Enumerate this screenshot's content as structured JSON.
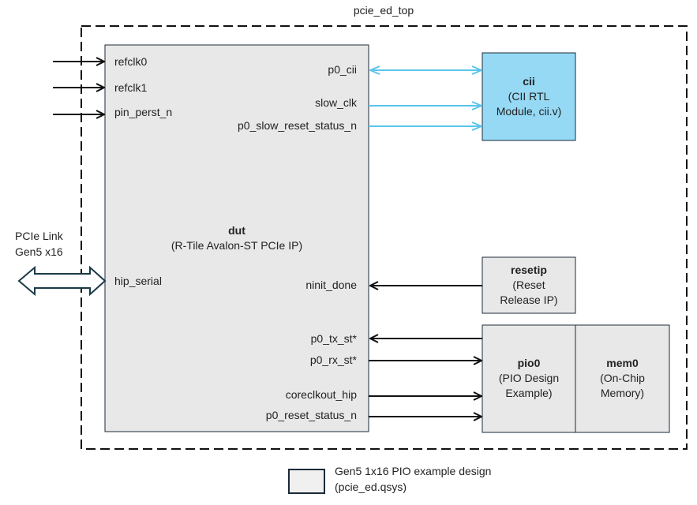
{
  "container": {
    "title": "pcie_ed_top"
  },
  "external": {
    "pcie_link_line1": "PCIe Link",
    "pcie_link_line2": "Gen5 x16"
  },
  "dut": {
    "name": "dut",
    "subtitle": "(R-Tile Avalon-ST PCIe IP)",
    "left_ports": [
      "refclk0",
      "refclk1",
      "pin_perst_n",
      "hip_serial"
    ],
    "right_ports": [
      "p0_cii",
      "slow_clk",
      "p0_slow_reset_status_n",
      "ninit_done",
      "p0_tx_st*",
      "p0_rx_st*",
      "coreclkout_hip",
      "p0_reset_status_n"
    ]
  },
  "cii": {
    "name": "cii",
    "line1": "(CII RTL",
    "line2": "Module, cii.v)"
  },
  "resetip": {
    "name": "resetip",
    "line1": "(Reset",
    "line2": "Release IP)"
  },
  "pio0": {
    "name": "pio0",
    "line1": "(PIO Design",
    "line2": "Example)"
  },
  "mem0": {
    "name": "mem0",
    "line1": "(On-Chip",
    "line2": "Memory)"
  },
  "legend": {
    "line1": "Gen5 1x16 PIO example design",
    "line2": "(pcie_ed.qsys)"
  },
  "colors": {
    "box_fill": "#e8e8e8",
    "cii_fill": "#95d9f5",
    "blue_arrow": "#5bc4ee",
    "border": "#1b2a38",
    "legend_fill": "#f0f0f0"
  }
}
